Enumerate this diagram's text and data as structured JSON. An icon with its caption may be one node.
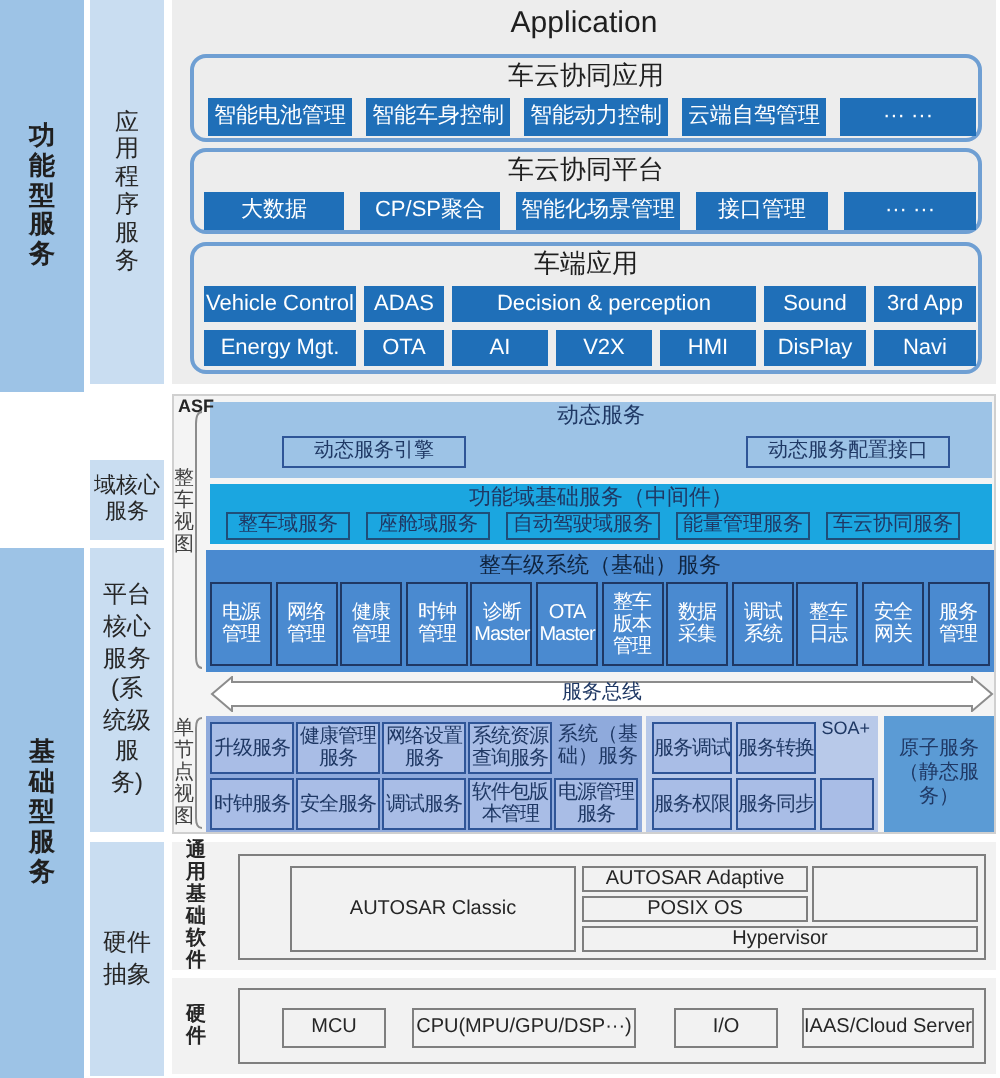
{
  "diagram": {
    "nodes": [
      {
        "text": [
          "功能型服务"
        ]
      },
      {
        "text": [
          "应用程序服务"
        ]
      },
      {
        "text": [
          "Application"
        ]
      },
      {
        "text": [
          "车云协同应用"
        ],
        "in": 2
      },
      {
        "text": [
          "智能电池管理"
        ],
        "in": 3
      },
      {
        "text": [
          "智能车身控制"
        ],
        "in": 3
      },
      {
        "text": [
          "智能动力控制"
        ],
        "in": 3
      },
      {
        "text": [
          "云端自驾管理"
        ],
        "in": 3
      },
      {
        "text": [
          "··· ···"
        ],
        "in": 3
      },
      {
        "text": [
          "车云协同平台"
        ],
        "in": 2
      },
      {
        "text": [
          "大数据"
        ],
        "in": 9
      },
      {
        "text": [
          "CP/SP聚合"
        ],
        "in": 9
      },
      {
        "text": [
          "智能化场景管理"
        ],
        "in": 9
      },
      {
        "text": [
          "接口管理"
        ],
        "in": 9
      },
      {
        "text": [
          "··· ···"
        ],
        "in": 9
      },
      {
        "text": [
          "车端应用"
        ],
        "in": 2
      },
      {
        "text": [
          "Vehicle Control"
        ],
        "in": 15
      },
      {
        "text": [
          "ADAS"
        ],
        "in": 15
      },
      {
        "text": [
          "Decision & perception"
        ],
        "in": 15
      },
      {
        "text": [
          "Sound"
        ],
        "in": 15
      },
      {
        "text": [
          "3rd App"
        ],
        "in": 15
      },
      {
        "text": [
          "Energy Mgt."
        ],
        "in": 15
      },
      {
        "text": [
          "OTA"
        ],
        "in": 15
      },
      {
        "text": [
          "AI"
        ],
        "in": 15
      },
      {
        "text": [
          "V2X"
        ],
        "in": 15
      },
      {
        "text": [
          "HMI"
        ],
        "in": 15
      },
      {
        "text": [
          "DisPlay"
        ],
        "in": 15
      },
      {
        "text": [
          "Navi"
        ],
        "in": 15
      },
      {
        "text": [
          "域核心服务"
        ]
      },
      {
        "text": [
          "基础型服务"
        ]
      },
      {
        "text": [
          "平台核心服务(系统级服务)"
        ]
      },
      {
        "text": [
          "ASF"
        ]
      },
      {
        "text": [
          "动态服务"
        ],
        "in": 31
      },
      {
        "text": [
          "动态服务引擎"
        ],
        "in": 32
      },
      {
        "text": [
          "动态服务配置接口"
        ],
        "in": 32
      },
      {
        "text": [
          "功能域基础服务（中间件）"
        ],
        "in": 31
      },
      {
        "text": [
          "整车域服务"
        ],
        "in": 35
      },
      {
        "text": [
          "座舱域服务"
        ],
        "in": 35
      },
      {
        "text": [
          "自动驾驶域服务"
        ],
        "in": 35
      },
      {
        "text": [
          "能量管理服务"
        ],
        "in": 35
      },
      {
        "text": [
          "车云协同服务"
        ],
        "in": 35
      },
      {
        "text": [
          "整车级系统（基础）服务"
        ],
        "in": 31
      },
      {
        "text": [
          "电源管理"
        ],
        "in": 41
      },
      {
        "text": [
          "网络管理"
        ],
        "in": 41
      },
      {
        "text": [
          "健康管理"
        ],
        "in": 41
      },
      {
        "text": [
          "时钟管理"
        ],
        "in": 41
      },
      {
        "text": [
          "诊断Master"
        ],
        "in": 41
      },
      {
        "text": [
          "OTA Master"
        ],
        "in": 41
      },
      {
        "text": [
          "整车版本管理"
        ],
        "in": 41
      },
      {
        "text": [
          "数据采集"
        ],
        "in": 41
      },
      {
        "text": [
          "调试系统"
        ],
        "in": 41
      },
      {
        "text": [
          "整车日志"
        ],
        "in": 41
      },
      {
        "text": [
          "安全网关"
        ],
        "in": 41
      },
      {
        "text": [
          "服务管理"
        ],
        "in": 41
      },
      {
        "text": [
          "服务总线"
        ],
        "in": 31
      },
      {
        "text": [
          "系统（基础）服务"
        ],
        "in": 31
      },
      {
        "text": [
          "升级服务"
        ],
        "in": 55
      },
      {
        "text": [
          "健康管理服务"
        ],
        "in": 55
      },
      {
        "text": [
          "网络设置服务"
        ],
        "in": 55
      },
      {
        "text": [
          "系统资源查询服务"
        ],
        "in": 55
      },
      {
        "text": [
          "时钟服务"
        ],
        "in": 55
      },
      {
        "text": [
          "安全服务"
        ],
        "in": 55
      },
      {
        "text": [
          "调试服务"
        ],
        "in": 55
      },
      {
        "text": [
          "软件包版本管理"
        ],
        "in": 55
      },
      {
        "text": [
          "电源管理服务"
        ],
        "in": 55
      },
      {
        "text": [
          "SOA+"
        ],
        "in": 31
      },
      {
        "text": [
          "服务调试"
        ],
        "in": 65
      },
      {
        "text": [
          "服务转换"
        ],
        "in": 65
      },
      {
        "text": [
          "服务权限"
        ],
        "in": 65
      },
      {
        "text": [
          "服务同步"
        ],
        "in": 65
      },
      {
        "text": [],
        "shape": "box",
        "in": 65
      },
      {
        "text": [
          "原子服务（静态服务）"
        ],
        "in": 31
      },
      {
        "text": [
          "硬件抽象"
        ]
      },
      {
        "text": [
          "通用基础软件"
        ]
      },
      {
        "text": [],
        "shape": "box",
        "in": 73
      },
      {
        "text": [
          "AUTOSAR Classic"
        ],
        "in": 74
      },
      {
        "text": [
          "AUTOSAR Adaptive"
        ],
        "in": 74
      },
      {
        "text": [
          "POSIX OS"
        ],
        "in": 74
      },
      {
        "text": [],
        "shape": "box",
        "in": 74
      },
      {
        "text": [
          "Hypervisor"
        ],
        "in": 74
      },
      {
        "text": [
          "硬件"
        ]
      },
      {
        "text": [],
        "shape": "box",
        "in": 80
      },
      {
        "text": [
          "MCU"
        ],
        "in": 81
      },
      {
        "text": [
          "CPU(MPU/GPU/DSP···)"
        ],
        "in": 81
      },
      {
        "text": [
          "I/O"
        ],
        "in": 81
      },
      {
        "text": [
          "IAAS/Cloud Server"
        ],
        "in": 81
      }
    ],
    "labels": [
      "整车视图",
      "单节点视图"
    ]
  }
}
